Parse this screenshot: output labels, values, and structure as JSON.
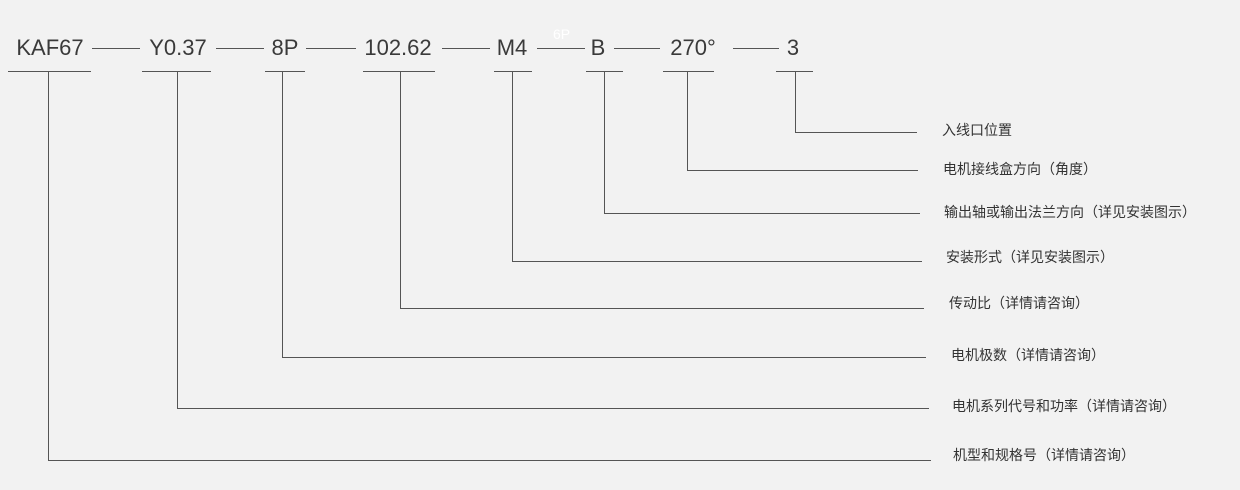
{
  "codes": {
    "c0": "KAF67",
    "c1": "Y0.37",
    "c2": "8P",
    "c3": "102.62",
    "c4": "M4",
    "c5": "B",
    "c6": "270°",
    "c7": "3"
  },
  "watermark": "6P",
  "labels": {
    "l7": "入线口位置",
    "l6": "电机接线盒方向（角度）",
    "l5": "输出轴或输出法兰方向（详见安装图示）",
    "l4": "安装形式（详见安装图示）",
    "l3": "传动比（详情请咨询）",
    "l2": "电机极数（详情请咨询）",
    "l1": "电机系列代号和功率（详情请咨询）",
    "l0": "机型和规格号（详情请咨询）"
  }
}
